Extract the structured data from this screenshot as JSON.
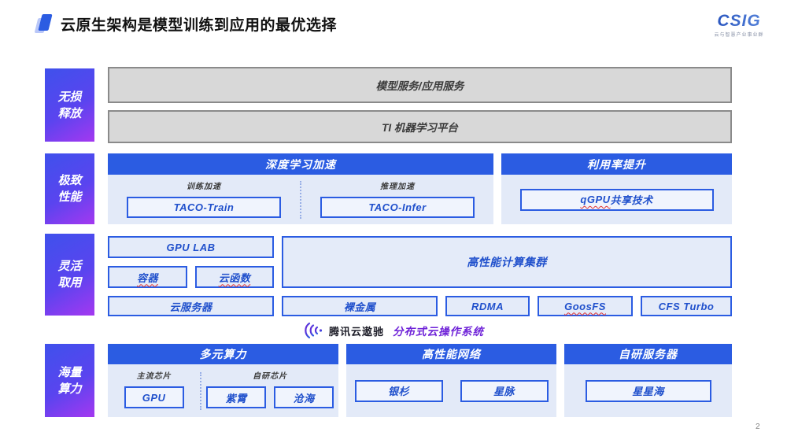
{
  "header": {
    "title": "云原生架构是模型训练到应用的最优选择",
    "logo_text": "CSIG",
    "logo_subtext": "云与智慧产业事业群"
  },
  "colors": {
    "accent_blue": "#2b5ce2",
    "body_light_blue": "#e3eaf8",
    "label_gradient_start": "#3f51ec",
    "label_gradient_end": "#a438f0",
    "gray_box_fill": "#d8d8d8",
    "purple_text": "#6f23d8",
    "squiggle_red": "#e03131"
  },
  "side_labels": {
    "row1": "无损\n释放",
    "row2": "极致\n性能",
    "row3": "灵活\n取用",
    "row4": "海量\n算力"
  },
  "row1": {
    "box1": "模型服务/应用服务",
    "box2": "TI 机器学习平台"
  },
  "row2": {
    "dl": {
      "header": "深度学习加速",
      "col1_caption": "训练加速",
      "col1_chip": "TACO-Train",
      "col2_caption": "推理加速",
      "col2_chip": "TACO-Infer"
    },
    "util": {
      "header": "利用率提升",
      "chip_mis": "qGPU",
      "chip_rest": " 共享技术"
    }
  },
  "row3": {
    "gpu_lab": "GPU LAB",
    "container": "容器",
    "scf": "云函数",
    "hpc": "高性能计算集群",
    "cvm": "云服务器",
    "bare_metal": "裸金属",
    "rdma": "RDMA",
    "goosfs": "GoosFS",
    "cfs_turbo": "CFS Turbo"
  },
  "divider": {
    "brand": "腾讯云遨驰",
    "label": "分布式云操作系统"
  },
  "row4": {
    "compute": {
      "header": "多元算力",
      "col1_caption": "主流芯片",
      "col1_chip": "GPU",
      "col2_caption": "自研芯片",
      "col2_chip1": "紫霄",
      "col2_chip2": "沧海"
    },
    "network": {
      "header": "高性能网络",
      "chip1": "银杉",
      "chip2": "星脉"
    },
    "server": {
      "header": "自研服务器",
      "chip": "星星海"
    }
  },
  "footer": {
    "page_number": "2"
  }
}
